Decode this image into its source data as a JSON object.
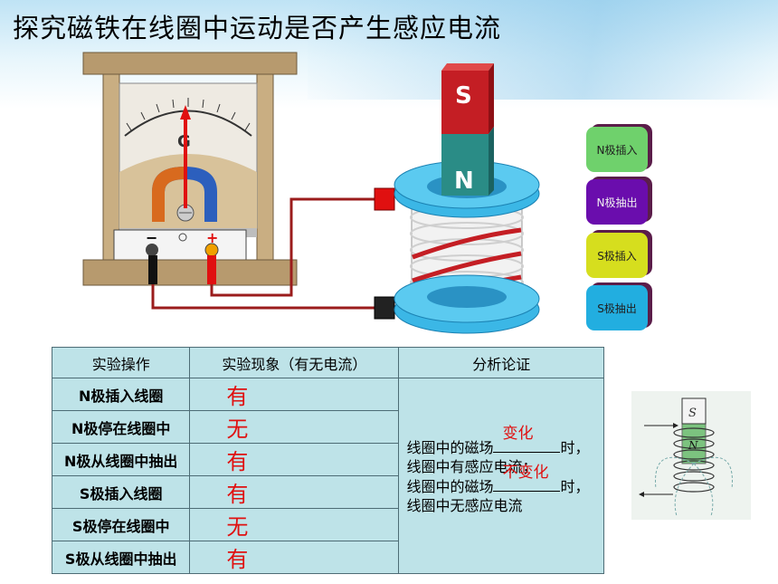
{
  "title": "探究磁铁在线圈中运动是否产生感应电流",
  "galvanometer": {
    "letter": "G",
    "minus": "−",
    "plus": "+"
  },
  "magnet": {
    "top_pole": "S",
    "bottom_pole": "N"
  },
  "buttons": [
    "N极插入",
    "N极抽出",
    "S极插入",
    "S极抽出"
  ],
  "table": {
    "headers": [
      "实验操作",
      "实验现象（有无电流）",
      "分析论证"
    ],
    "rows": [
      {
        "op": "N极插入线圈",
        "result": "有"
      },
      {
        "op": "N极停在线圈中",
        "result": "无"
      },
      {
        "op": "N极从线圈中抽出",
        "result": "有"
      },
      {
        "op": "S极插入线圈",
        "result": "有"
      },
      {
        "op": "S极停在线圈中",
        "result": "无"
      },
      {
        "op": "S极从线圈中抽出",
        "result": "有"
      }
    ],
    "analysis": {
      "line1_pre": "线圈中的磁场",
      "line1_fill": "变化",
      "line1_post": "时，",
      "line2": "线圈中有感应电流；",
      "line3_pre": "线圈中的磁场",
      "line3_fill": "不变化",
      "line3_post": "时，",
      "line4": "线圈中无感应电流"
    }
  },
  "inset": {
    "top_label": "S",
    "bottom_label": "N"
  },
  "colors": {
    "magnet_s": "#c41e24",
    "magnet_n": "#2a8c86",
    "coil": "#3bb7e6",
    "wire": "#9b1c1c",
    "result": "#e01010"
  }
}
